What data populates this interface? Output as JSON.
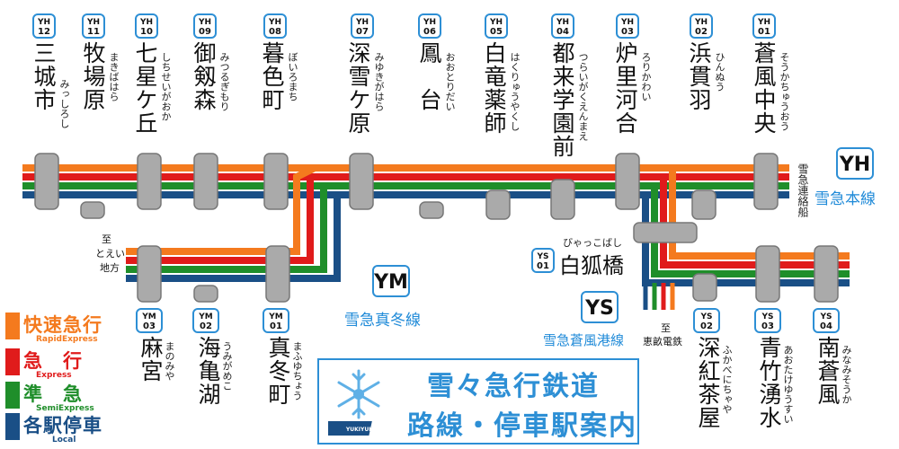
{
  "colors": {
    "rapid": "#f47a1e",
    "express": "#e01b1b",
    "semi": "#1f8e2a",
    "local": "#1a4f86",
    "stop": "#aaaaaa",
    "accent": "#2d8fd5"
  },
  "lines": {
    "yh": {
      "badge": "YH",
      "name": "雪急本線",
      "end_note": "雪急連絡船"
    },
    "ym": {
      "badge": "YM",
      "name": "雪急真冬線",
      "end_note": "至 とえい 地方"
    },
    "ys": {
      "badge": "YS",
      "name": "雪急蒼風港線",
      "end_note": "至 恵畝電鉄"
    }
  },
  "yh_stations": [
    {
      "code": "YH",
      "num": "12",
      "name": "三城市",
      "kana": "みっしろし"
    },
    {
      "code": "YH",
      "num": "11",
      "name": "牧場原",
      "kana": "まきばはら"
    },
    {
      "code": "YH",
      "num": "10",
      "name": "七星ケ丘",
      "kana": "しちせいがおか"
    },
    {
      "code": "YH",
      "num": "09",
      "name": "御剱森",
      "kana": "みつるぎもり"
    },
    {
      "code": "YH",
      "num": "08",
      "name": "暮色町",
      "kana": "ぼいろまち"
    },
    {
      "code": "YH",
      "num": "07",
      "name": "深雪ケ原",
      "kana": "みゆきがはら"
    },
    {
      "code": "YH",
      "num": "06",
      "name": "鳳　台",
      "kana": "おおとりだい"
    },
    {
      "code": "YH",
      "num": "05",
      "name": "白竜薬師",
      "kana": "はくりゅうやくし"
    },
    {
      "code": "YH",
      "num": "04",
      "name": "都来学園前",
      "kana": "つらいがくえんまえ"
    },
    {
      "code": "YH",
      "num": "03",
      "name": "炉里河合",
      "kana": "ろりかわい"
    },
    {
      "code": "YH",
      "num": "02",
      "name": "浜貫羽",
      "kana": "ひんぬう"
    },
    {
      "code": "YH",
      "num": "01",
      "name": "蒼風中央",
      "kana": "そうかちゅうおう"
    }
  ],
  "ym_stations": [
    {
      "code": "YM",
      "num": "03",
      "name": "麻宮",
      "kana": "まのみや"
    },
    {
      "code": "YM",
      "num": "02",
      "name": "海亀湖",
      "kana": "うみがめこ"
    },
    {
      "code": "YM",
      "num": "01",
      "name": "真冬町",
      "kana": "まふゆちょう"
    }
  ],
  "ys_stations": [
    {
      "code": "YS",
      "num": "01",
      "name": "白狐橋",
      "kana": "びゃっこばし"
    },
    {
      "code": "YS",
      "num": "02",
      "name": "深紅茶屋",
      "kana": "ふかべにちゃや"
    },
    {
      "code": "YS",
      "num": "03",
      "name": "青竹湧水",
      "kana": "あおたけゆうすい"
    },
    {
      "code": "YS",
      "num": "04",
      "name": "南蒼風",
      "kana": "みなみそうか"
    }
  ],
  "legend": [
    {
      "label": "快速急行",
      "sub": "RapidExpress",
      "color": "#f47a1e"
    },
    {
      "label": "急　行",
      "sub": "Express",
      "color": "#e01b1b"
    },
    {
      "label": "準　急",
      "sub": "SemiExpress",
      "color": "#1f8e2a"
    },
    {
      "label": "各駅停車",
      "sub": "Local",
      "color": "#1a4f86"
    }
  ],
  "title": {
    "company": "雪々急行鉄道",
    "subtitle": "路線・停車駅案内",
    "logo_text": "YUKIYUKI EXPRESS RAILWAY"
  }
}
